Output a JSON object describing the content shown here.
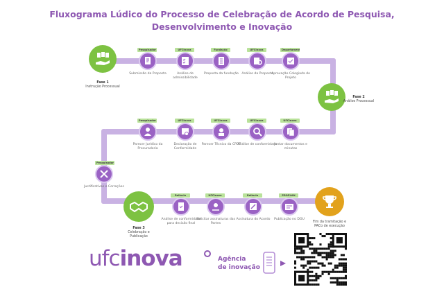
{
  "title": {
    "line1": "Fluxograma Lúdico do Processo de Celebração de Acordo de Pesquisa,",
    "line2": "Desenvolvimento e Inovação"
  },
  "phases": {
    "p1": {
      "name": "Fase 1",
      "desc": "Instrução Processual"
    },
    "p2": {
      "name": "Fase 2",
      "desc": "Análise Processual"
    },
    "p3": {
      "name": "Fase 3",
      "desc": "Celebração e Publicação"
    },
    "end": {
      "desc": "Fim da tramitação e PACo de execução"
    }
  },
  "steps": {
    "s1": {
      "tag": "Pesquisador",
      "label": "Submissão da Proposta"
    },
    "s2": {
      "tag": "UFCInova",
      "label": "Análise de admissibilidade"
    },
    "s3": {
      "tag": "Fundação",
      "label": "Proposta da fundação"
    },
    "s4": {
      "tag": "UFCInova",
      "label": "Análise da Proposta"
    },
    "s5": {
      "tag": "Departamento",
      "label": "Aprovação Colegiada do Projeto"
    },
    "s6": {
      "tag": "UFCInova",
      "label": "Juntar documentos e minutas"
    },
    "s7": {
      "tag": "UFCInova",
      "label": "Análise de conformidade"
    },
    "s8": {
      "tag": "UFCInova",
      "label": "Parecer Técnico da CPDT"
    },
    "s9": {
      "tag": "UFCInova",
      "label": "Declaração de Conformidade"
    },
    "s10": {
      "tag": "Pesquisador",
      "label": "Parecer Jurídico da Procuradoria"
    },
    "s11": {
      "tag": "Pesquisador",
      "label": "Justificativas e Correções"
    },
    "s12": {
      "tag": "Reitoria",
      "label": "Análise de conformidade para decisão final"
    },
    "s13": {
      "tag": "UFCInova",
      "label": "Solicitar assinaturas das Partes"
    },
    "s14": {
      "tag": "Reitoria",
      "label": "Assinatura do Acordo"
    },
    "s15": {
      "tag": "PROPLAN",
      "label": "Publicação no DOU"
    }
  },
  "footer": {
    "logo_a": "ufc",
    "logo_b": "inova",
    "agencia_1": "Agência",
    "agencia_2": "de inovação"
  },
  "colors": {
    "purple": "#9a62c4",
    "green": "#7dc242",
    "gold": "#e2a21c",
    "track": "#c9b2e3"
  }
}
